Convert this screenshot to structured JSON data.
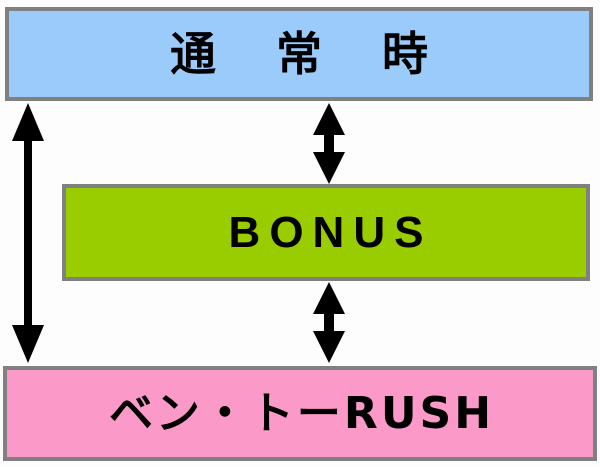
{
  "diagram": {
    "type": "state-transition-flow",
    "background_color": "#fdfdfd",
    "border_color": "#808080",
    "arrow_color": "#000000",
    "states": [
      {
        "id": "normal",
        "label": "通 常 時",
        "fill_color": "#9bcbfb",
        "text_color": "#000000"
      },
      {
        "id": "bonus",
        "label": "BONUS",
        "fill_color": "#9acd00",
        "text_color": "#000000"
      },
      {
        "id": "rush",
        "label": "ベン・トーRUSH",
        "fill_color": "#fb9ac9",
        "text_color": "#000000"
      }
    ],
    "transitions": [
      {
        "id": "normal-rush",
        "from": "normal",
        "to": "rush",
        "direction": "bidirectional",
        "orientation": "vertical",
        "position": "left"
      },
      {
        "id": "normal-bonus",
        "from": "normal",
        "to": "bonus",
        "direction": "bidirectional",
        "orientation": "vertical",
        "position": "center"
      },
      {
        "id": "bonus-rush",
        "from": "bonus",
        "to": "rush",
        "direction": "bidirectional",
        "orientation": "vertical",
        "position": "center"
      }
    ]
  }
}
